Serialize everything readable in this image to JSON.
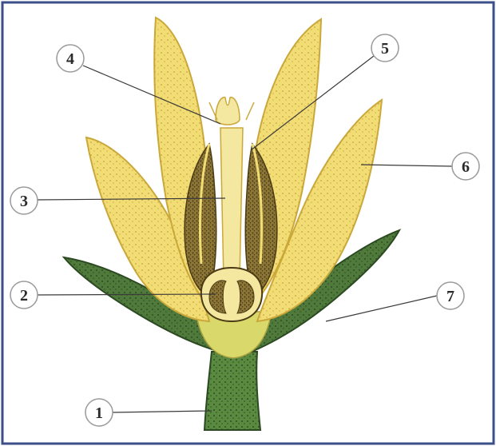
{
  "colors": {
    "frame": "#3b4f8a",
    "petal_fill": "#f2dc74",
    "petal_edge": "#caa83a",
    "sepal_fill": "#4f7a3b",
    "sepal_edge": "#2c4a22",
    "stem_fill": "#5a8a40",
    "receptacle": "#d9d96b",
    "anther": "#6b5a2a",
    "ovary": "#f4e7a0"
  },
  "labels": [
    {
      "id": "1",
      "text": "1"
    },
    {
      "id": "2",
      "text": "2"
    },
    {
      "id": "3",
      "text": "3"
    },
    {
      "id": "4",
      "text": "4"
    },
    {
      "id": "5",
      "text": "5"
    },
    {
      "id": "6",
      "text": "6"
    },
    {
      "id": "7",
      "text": "7"
    }
  ]
}
